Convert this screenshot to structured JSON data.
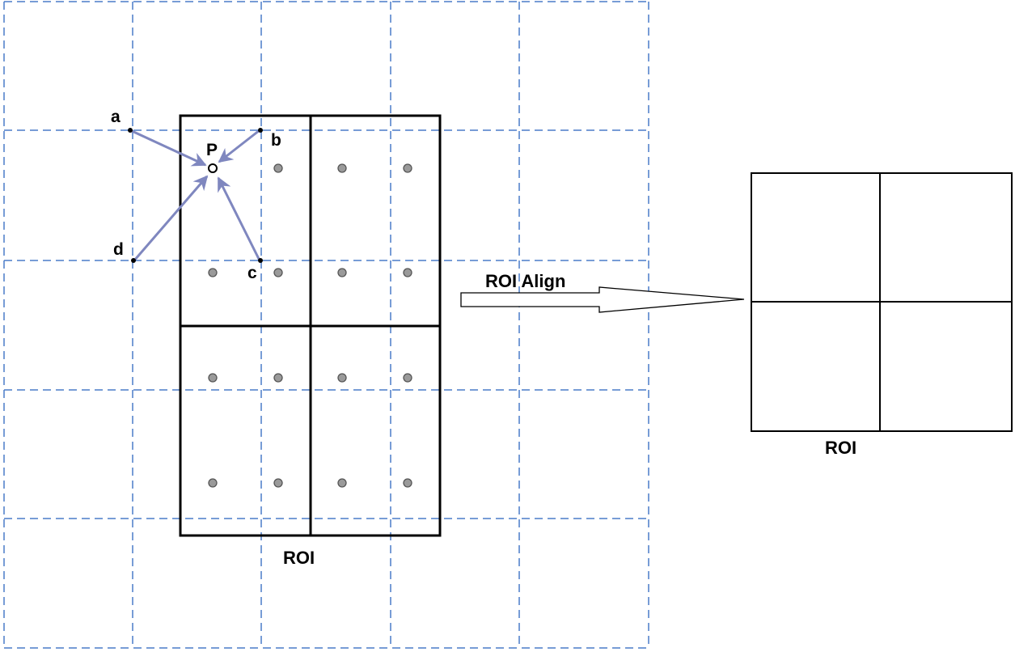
{
  "labels": {
    "point_a": "a",
    "point_b": "b",
    "point_c": "c",
    "point_d": "d",
    "point_p": "P",
    "roi_left": "ROI",
    "roi_right": "ROI",
    "operation": "ROI Align"
  },
  "colors": {
    "grid": "#4a7cc9",
    "arrow": "#7f87bf",
    "sample_fill": "#9a9a9a",
    "outline": "#000000"
  }
}
